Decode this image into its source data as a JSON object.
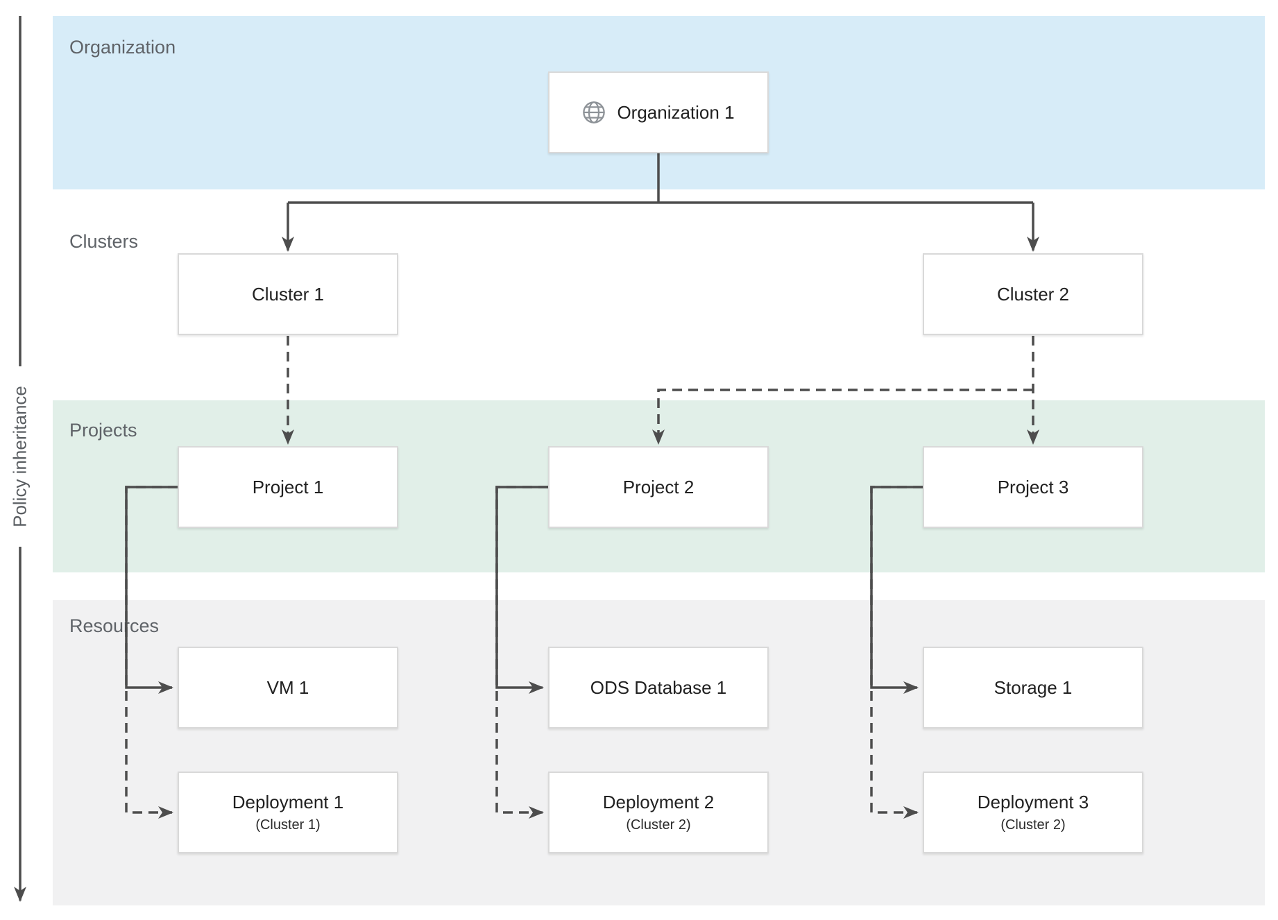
{
  "diagram": {
    "policy_label": "Policy inheritance",
    "bands": {
      "organization": {
        "label": "Organization",
        "bg": "#d7ecf8"
      },
      "clusters": {
        "label": "Clusters",
        "bg": "#ffffff"
      },
      "projects": {
        "label": "Projects",
        "bg": "#e1efe8"
      },
      "resources": {
        "label": "Resources",
        "bg": "#f1f1f2"
      }
    },
    "nodes": {
      "organization1": {
        "label": "Organization 1",
        "icon": "globe-icon"
      },
      "cluster1": {
        "label": "Cluster 1"
      },
      "cluster2": {
        "label": "Cluster 2"
      },
      "project1": {
        "label": "Project 1"
      },
      "project2": {
        "label": "Project 2"
      },
      "project3": {
        "label": "Project 3"
      },
      "vm1": {
        "label": "VM 1"
      },
      "odsDatabase1": {
        "label": "ODS Database 1"
      },
      "storage1": {
        "label": "Storage 1"
      },
      "deployment1": {
        "label": "Deployment 1",
        "sublabel": "(Cluster 1)"
      },
      "deployment2": {
        "label": "Deployment 2",
        "sublabel": "(Cluster 2)"
      },
      "deployment3": {
        "label": "Deployment 3",
        "sublabel": "(Cluster 2)"
      }
    },
    "edges": [
      {
        "from": "organization1",
        "to": "cluster1",
        "style": "solid"
      },
      {
        "from": "organization1",
        "to": "cluster2",
        "style": "solid"
      },
      {
        "from": "cluster1",
        "to": "project1",
        "style": "dashed"
      },
      {
        "from": "cluster2",
        "to": "project2",
        "style": "dashed"
      },
      {
        "from": "cluster2",
        "to": "project3",
        "style": "dashed"
      },
      {
        "from": "project1",
        "to": "vm1",
        "style": "solid"
      },
      {
        "from": "project2",
        "to": "odsDatabase1",
        "style": "solid"
      },
      {
        "from": "project3",
        "to": "storage1",
        "style": "solid"
      },
      {
        "from": "project1",
        "to": "deployment1",
        "style": "dashed"
      },
      {
        "from": "project2",
        "to": "deployment2",
        "style": "dashed"
      },
      {
        "from": "project3",
        "to": "deployment3",
        "style": "dashed"
      }
    ],
    "colors": {
      "line": "#4d4d4d",
      "band_label_text": "#5f6368",
      "node_text": "#212121",
      "node_border": "#d9d9d9",
      "globe_icon": "#8d9297",
      "organization_band": "#d7ecf8",
      "projects_band": "#e1efe8",
      "resources_band": "#f1f1f2"
    }
  }
}
